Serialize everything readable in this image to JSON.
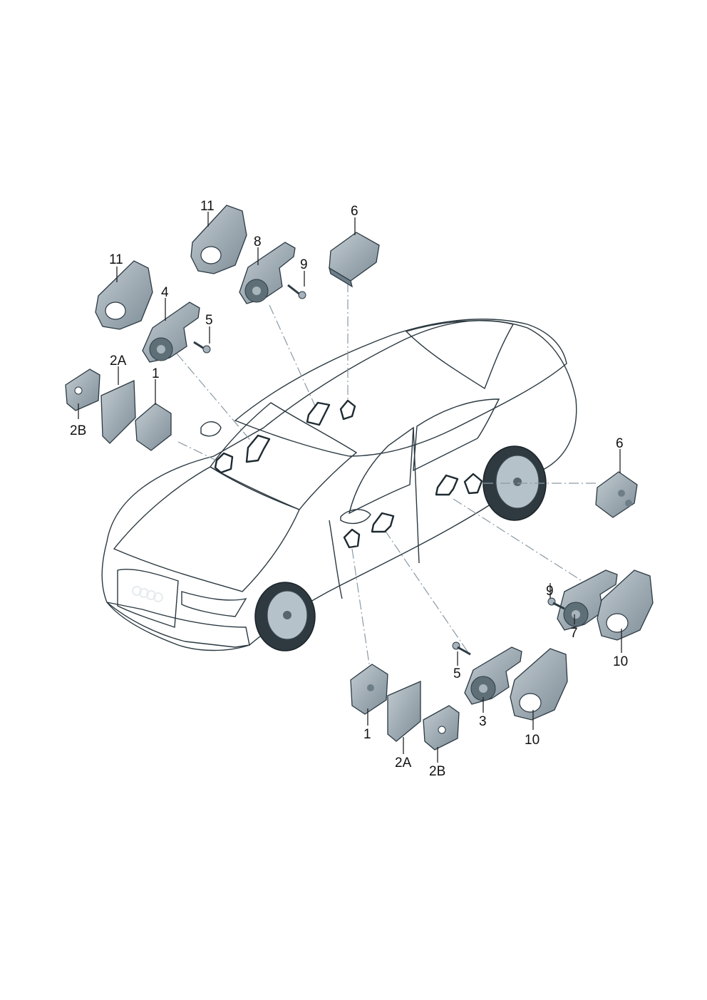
{
  "callouts": {
    "c11a": "11",
    "c11b": "11",
    "c8": "8",
    "c9a": "9",
    "c6a": "6",
    "c4": "4",
    "c5a": "5",
    "c2Aa": "2A",
    "c1a": "1",
    "c2Ba": "2B",
    "c6b": "6",
    "c9b": "9",
    "c7": "7",
    "c10a": "10",
    "c5b": "5",
    "c3": "3",
    "c10b": "10",
    "c1b": "1",
    "c2Ab": "2A",
    "c2Bb": "2B"
  },
  "colors": {
    "body": "#8a9daa",
    "body_dark": "#6f8594",
    "glass": "#4e5f69",
    "part": "#a6b3bc",
    "part_dark": "#7f8e98"
  }
}
